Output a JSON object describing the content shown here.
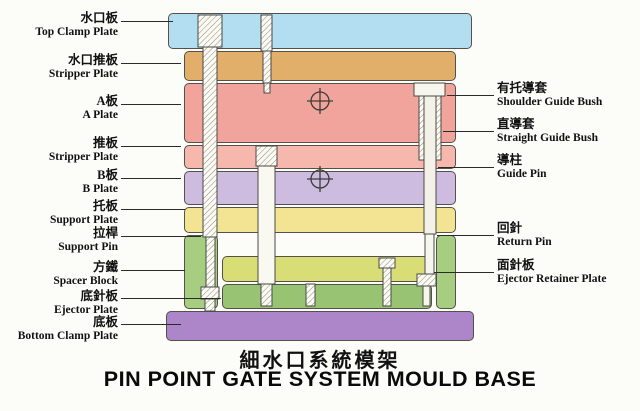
{
  "title": {
    "zh": "細水口系統模架",
    "en": "PIN POINT GATE SYSTEM MOULD BASE"
  },
  "left_labels": [
    {
      "zh": "水口板",
      "en": "Top Clamp Plate"
    },
    {
      "zh": "水口推板",
      "en": "Stripper Plate"
    },
    {
      "zh": "A板",
      "en": "A Plate"
    },
    {
      "zh": "推板",
      "en": "Stripper Plate"
    },
    {
      "zh": "B板",
      "en": "B Plate"
    },
    {
      "zh": "托板",
      "en": "Support Plate"
    },
    {
      "zh": "拉桿",
      "en": "Support Pin"
    },
    {
      "zh": "方鐵",
      "en": "Spacer Block"
    },
    {
      "zh": "底針板",
      "en": "Ejector Plate"
    },
    {
      "zh": "底板",
      "en": "Bottom Clamp Plate"
    }
  ],
  "right_labels": [
    {
      "zh": "有托導套",
      "en": "Shoulder Guide Bush"
    },
    {
      "zh": "直導套",
      "en": "Straight Guide Bush"
    },
    {
      "zh": "導柱",
      "en": "Guide Pin"
    },
    {
      "zh": "回針",
      "en": "Return Pin"
    },
    {
      "zh": "面針板",
      "en": "Ejector Retainer Plate"
    }
  ],
  "colors": {
    "top_clamp_plate": "#b3def1",
    "runner_stripper_plate": "#e2af6b",
    "a_plate": "#f1a49c",
    "stripper_plate": "#f6b7ac",
    "b_plate": "#cdbbe0",
    "support_plate": "#f3e493",
    "spacer_block": "#a7cd80",
    "ejector_retainer_plate": "#d8de75",
    "ejector_plate": "#97c372",
    "bottom_clamp_plate": "#ad85c9"
  }
}
